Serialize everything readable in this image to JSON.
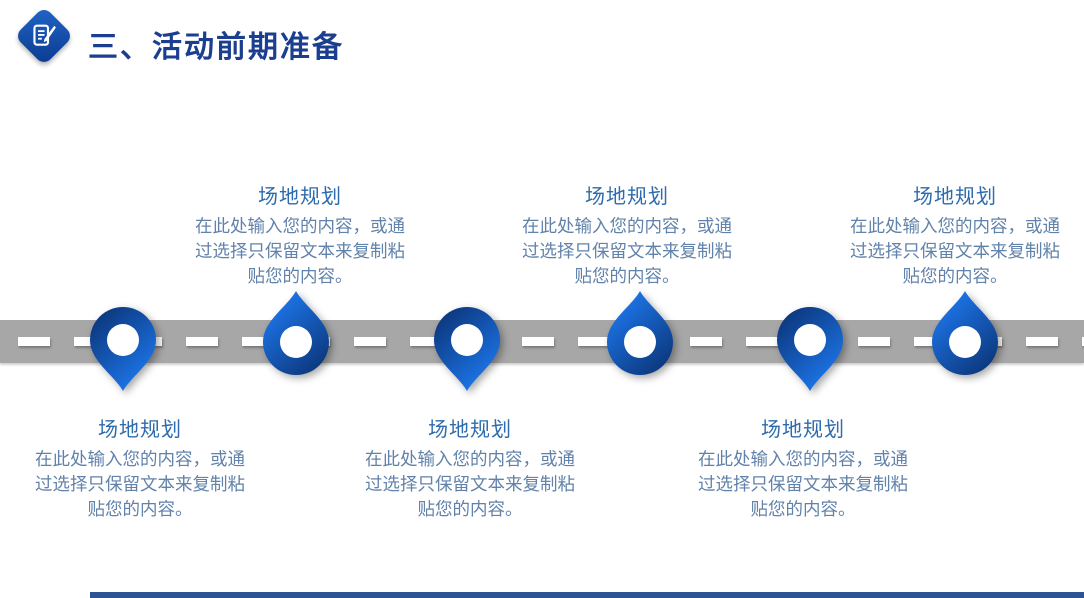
{
  "slide": {
    "title": "三、活动前期准备"
  },
  "milestones": [
    {
      "index": 1,
      "placement": "below-road",
      "pin": "down",
      "heading": "场地规划",
      "body": "在此处输入您的内容，或通过选择只保留文本来复制粘贴您的内容。"
    },
    {
      "index": 2,
      "placement": "above-road",
      "pin": "up",
      "heading": "场地规划",
      "body": "在此处输入您的内容，或通过选择只保留文本来复制粘贴您的内容。"
    },
    {
      "index": 3,
      "placement": "below-road",
      "pin": "down",
      "heading": "场地规划",
      "body": "在此处输入您的内容，或通过选择只保留文本来复制粘贴您的内容。"
    },
    {
      "index": 4,
      "placement": "above-road",
      "pin": "up",
      "heading": "场地规划",
      "body": "在此处输入您的内容，或通过选择只保留文本来复制粘贴您的内容。"
    },
    {
      "index": 5,
      "placement": "below-road",
      "pin": "down",
      "heading": "场地规划",
      "body": "在此处输入您的内容，或通过选择只保留文本来复制粘贴您的内容。"
    },
    {
      "index": 6,
      "placement": "above-road",
      "pin": "up",
      "heading": "场地规划",
      "body": "在此处输入您的内容，或通过选择只保留文本来复制粘贴您的内容。"
    }
  ],
  "icons": {
    "title_icon": "edit-document-icon",
    "milestone_icon": "location-pin-icon"
  },
  "colors": {
    "title_text": "#1b3e8f",
    "section_heading": "#2d6bad",
    "body_text": "#6182aa",
    "road": "#a7a7a7",
    "road_dash": "#ffffff",
    "pin_dark": "#0a2f6e",
    "pin_light": "#1d78ee",
    "icon_grad_start": "#2265c8",
    "icon_grad_end": "#0a3a8e",
    "footer_bar": "#2e5395"
  }
}
